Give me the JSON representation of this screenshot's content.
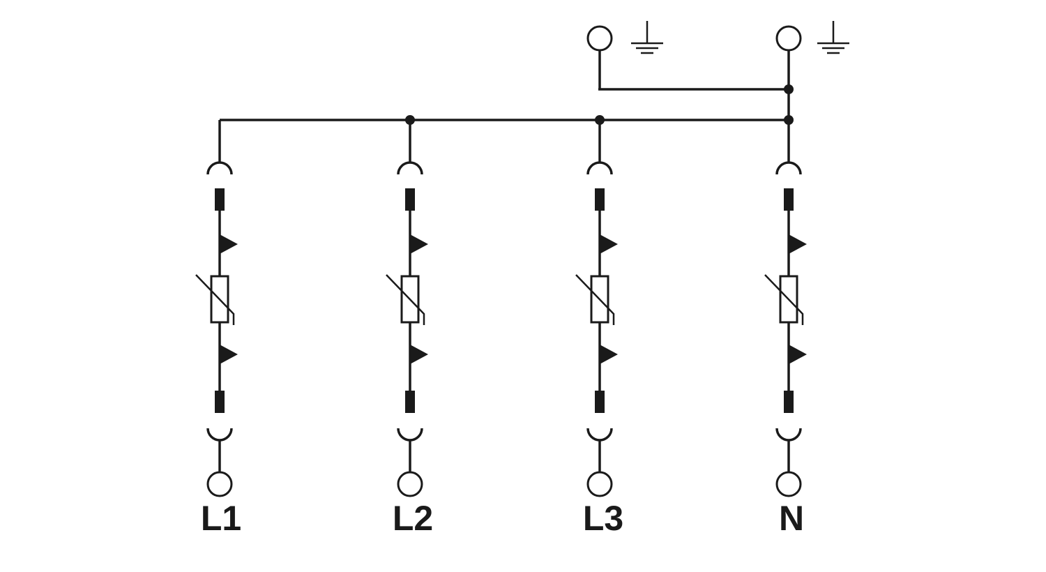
{
  "diagram": {
    "branches": [
      {
        "label": "L1"
      },
      {
        "label": "L2"
      },
      {
        "label": "L3"
      },
      {
        "label": "N"
      }
    ],
    "earth_terminals": [
      {
        "icon": "ground-icon"
      },
      {
        "icon": "ground-icon"
      }
    ],
    "colors": {
      "line": "#1a1a1a",
      "background": "#ffffff"
    }
  }
}
